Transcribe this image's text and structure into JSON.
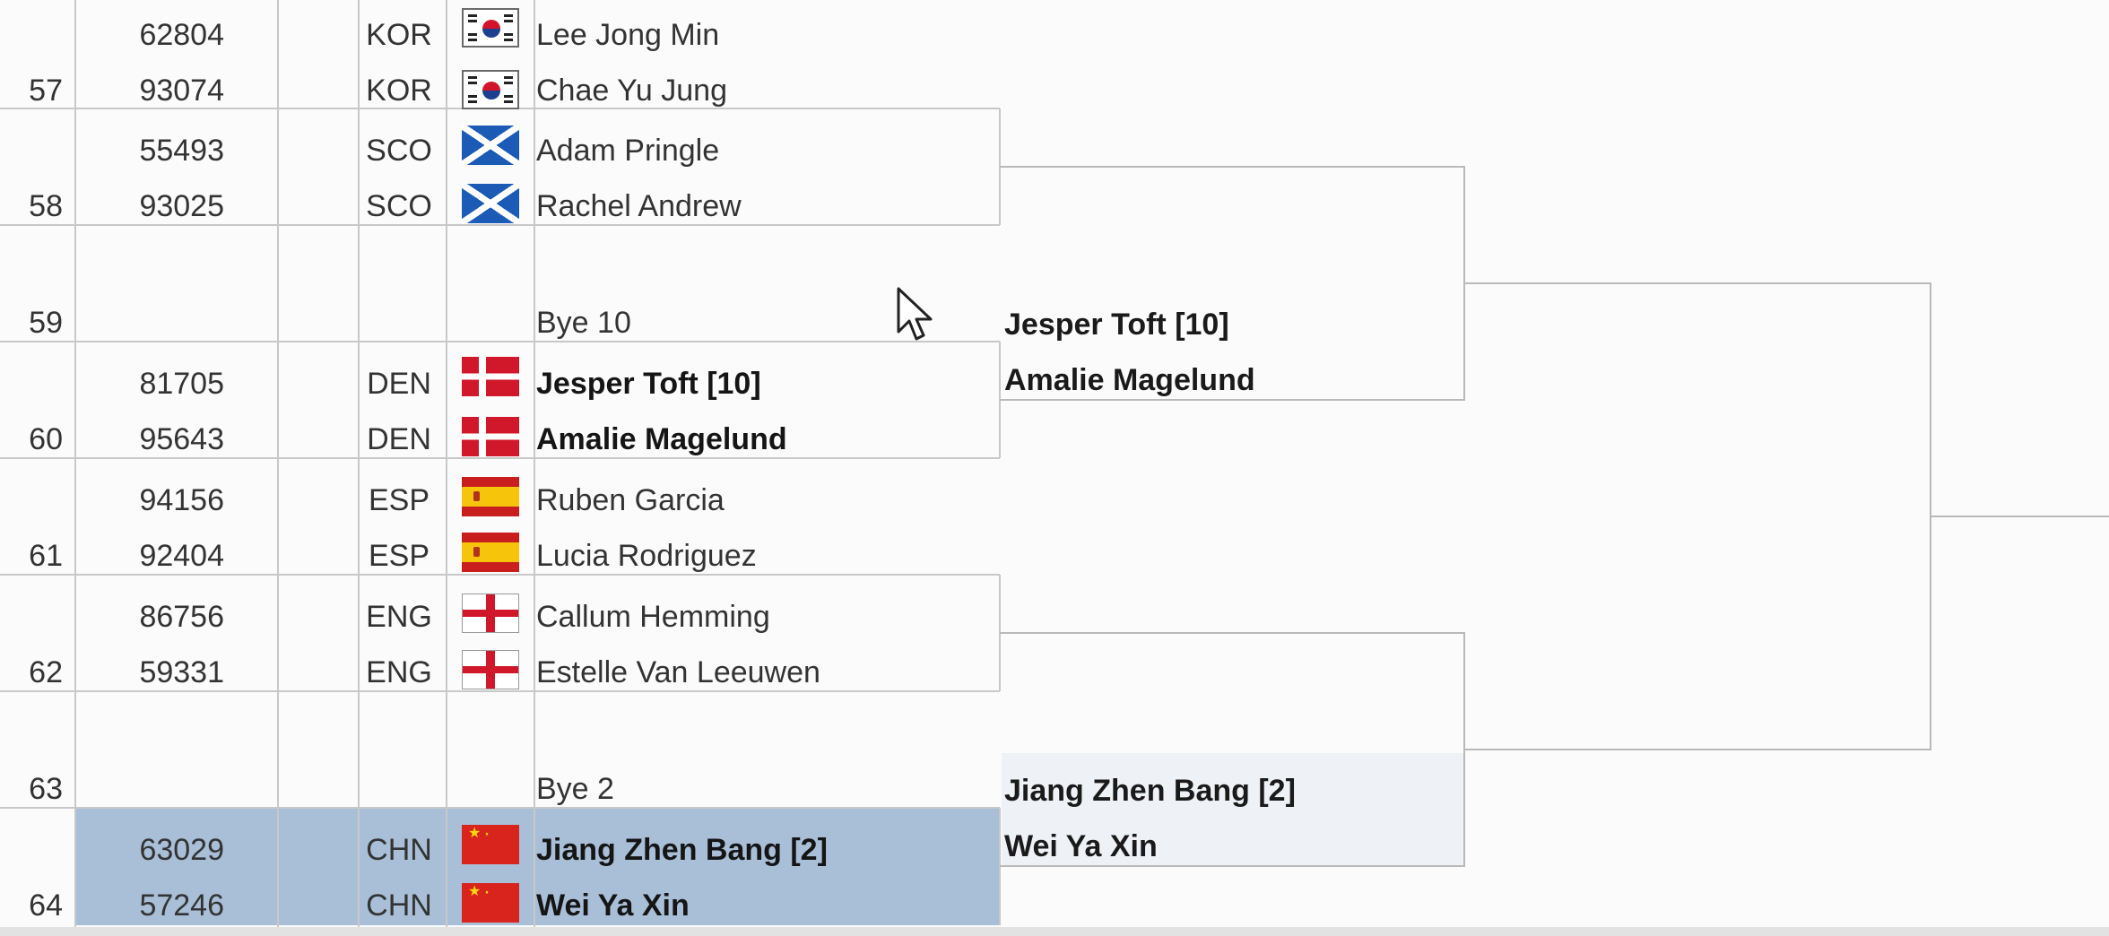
{
  "entries": [
    {
      "row": "",
      "seq": "62804",
      "country": "KOR",
      "flag": "kor",
      "player": "Lee Jong Min",
      "bold": false
    },
    {
      "row": "57",
      "seq": "93074",
      "country": "KOR",
      "flag": "kor",
      "player": "Chae Yu Jung",
      "bold": false
    },
    {
      "row": "",
      "seq": "55493",
      "country": "SCO",
      "flag": "sco",
      "player": "Adam Pringle",
      "bold": false
    },
    {
      "row": "58",
      "seq": "93025",
      "country": "SCO",
      "flag": "sco",
      "player": "Rachel Andrew",
      "bold": false
    },
    {
      "row": "59",
      "seq": "",
      "country": "",
      "flag": "",
      "player": "Bye 10",
      "bold": false
    },
    {
      "row": "",
      "seq": "81705",
      "country": "DEN",
      "flag": "den",
      "player": "Jesper Toft [10]",
      "bold": true
    },
    {
      "row": "60",
      "seq": "95643",
      "country": "DEN",
      "flag": "den",
      "player": "Amalie Magelund",
      "bold": true
    },
    {
      "row": "",
      "seq": "94156",
      "country": "ESP",
      "flag": "esp",
      "player": "Ruben Garcia",
      "bold": false
    },
    {
      "row": "61",
      "seq": "92404",
      "country": "ESP",
      "flag": "esp",
      "player": "Lucia Rodriguez",
      "bold": false
    },
    {
      "row": "",
      "seq": "86756",
      "country": "ENG",
      "flag": "eng",
      "player": "Callum Hemming",
      "bold": false
    },
    {
      "row": "62",
      "seq": "59331",
      "country": "ENG",
      "flag": "eng",
      "player": "Estelle Van Leeuwen",
      "bold": false
    },
    {
      "row": "63",
      "seq": "",
      "country": "",
      "flag": "",
      "player": "Bye 2",
      "bold": false
    },
    {
      "row": "",
      "seq": "63029",
      "country": "CHN",
      "flag": "chn",
      "player": "Jiang Zhen Bang [2]",
      "bold": true
    },
    {
      "row": "64",
      "seq": "57246",
      "country": "CHN",
      "flag": "chn",
      "player": "Wei Ya Xin",
      "bold": true
    }
  ],
  "round2": [
    {
      "player1": "Jesper Toft [10]",
      "player2": "Amalie Magelund"
    },
    {
      "player1": "Jiang Zhen Bang [2]",
      "player2": "Wei Ya Xin"
    }
  ],
  "colors": {
    "selected_row": "#a9bfd8",
    "grid_line": "#c8c8c8",
    "bracket_line": "#b9b9b9",
    "text": "#333333"
  },
  "icons": {
    "cursor": "mouse-pointer-icon"
  }
}
